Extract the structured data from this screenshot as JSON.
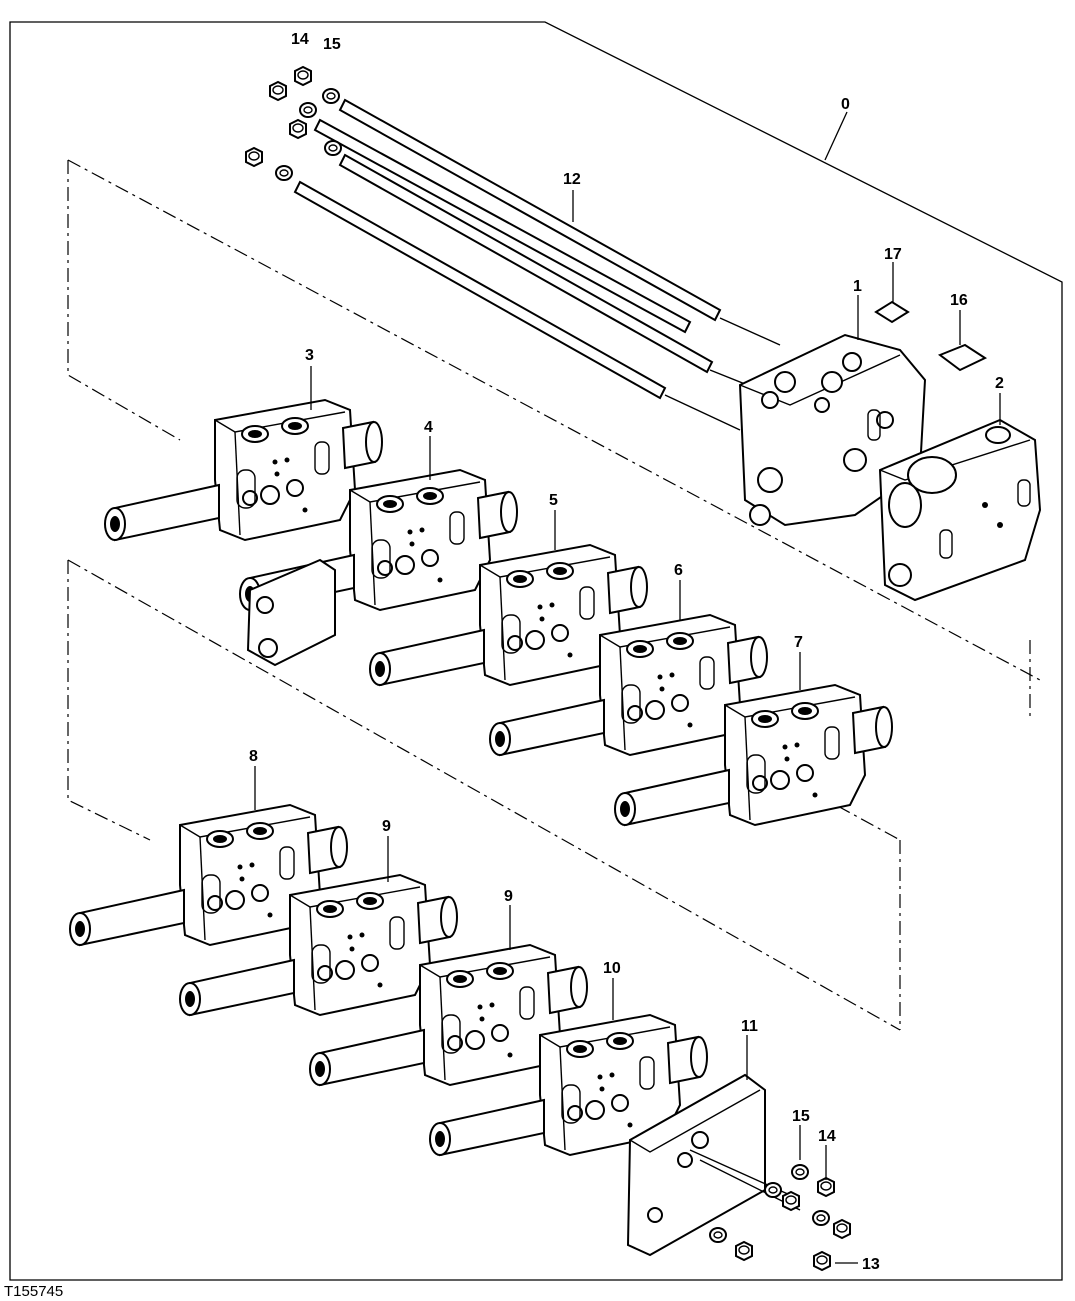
{
  "figure": {
    "reference_number": "T155745"
  },
  "callouts": {
    "c0": "0",
    "c1": "1",
    "c2": "2",
    "c3": "3",
    "c4": "4",
    "c5": "5",
    "c6": "6",
    "c7": "7",
    "c8": "8",
    "c9a": "9",
    "c9b": "9",
    "c10": "10",
    "c11": "11",
    "c12": "12",
    "c13": "13",
    "c14a": "14",
    "c14b": "14",
    "c15a": "15",
    "c15b": "15",
    "c16": "16",
    "c17": "17"
  }
}
